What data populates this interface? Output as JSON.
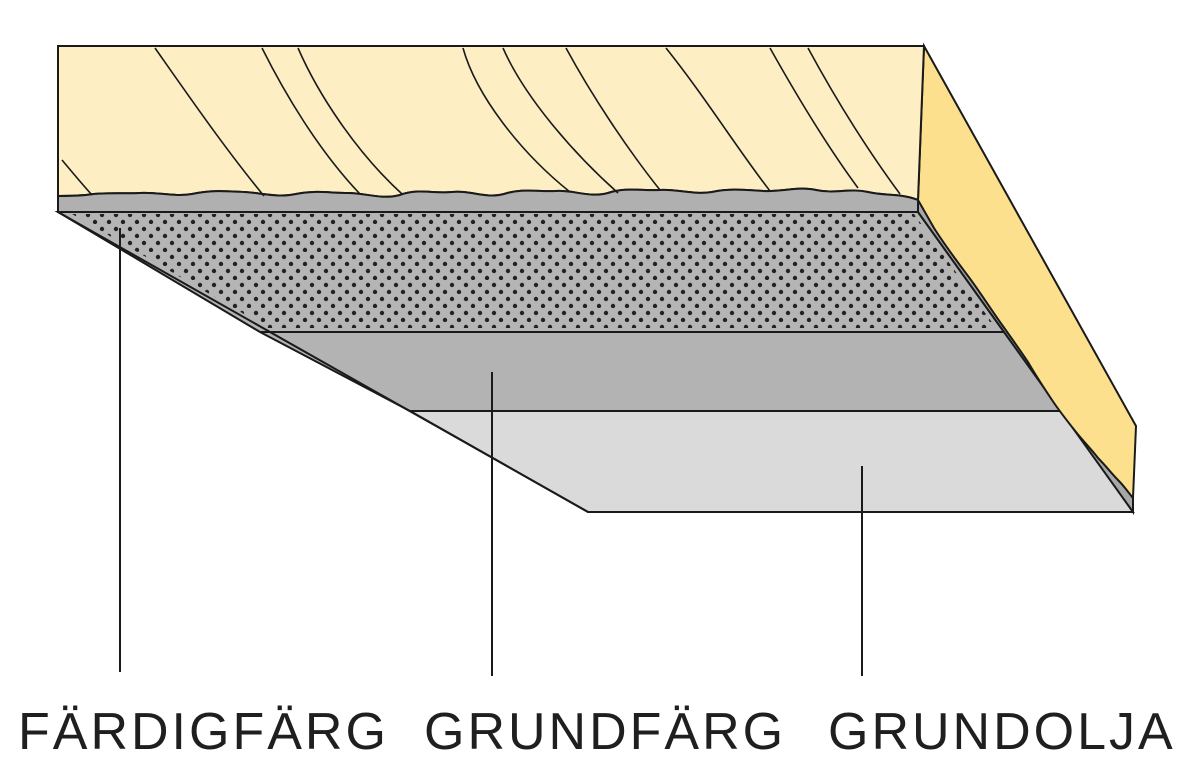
{
  "labels": {
    "fardigfarg": "FÄRDIGFÄRG",
    "grundfarg": "GRUNDFÄRG",
    "grundolja": "GRUNDOLJA"
  },
  "colors": {
    "wood_front": "#fdeec4",
    "wood_side": "#fde08e",
    "fardigfarg_layer": "#b5b5b5",
    "grundfarg_layer": "#b3b3b3",
    "grundolja_layer": "#dadadb",
    "dots": "#222222",
    "stroke": "#1a1a1a"
  }
}
